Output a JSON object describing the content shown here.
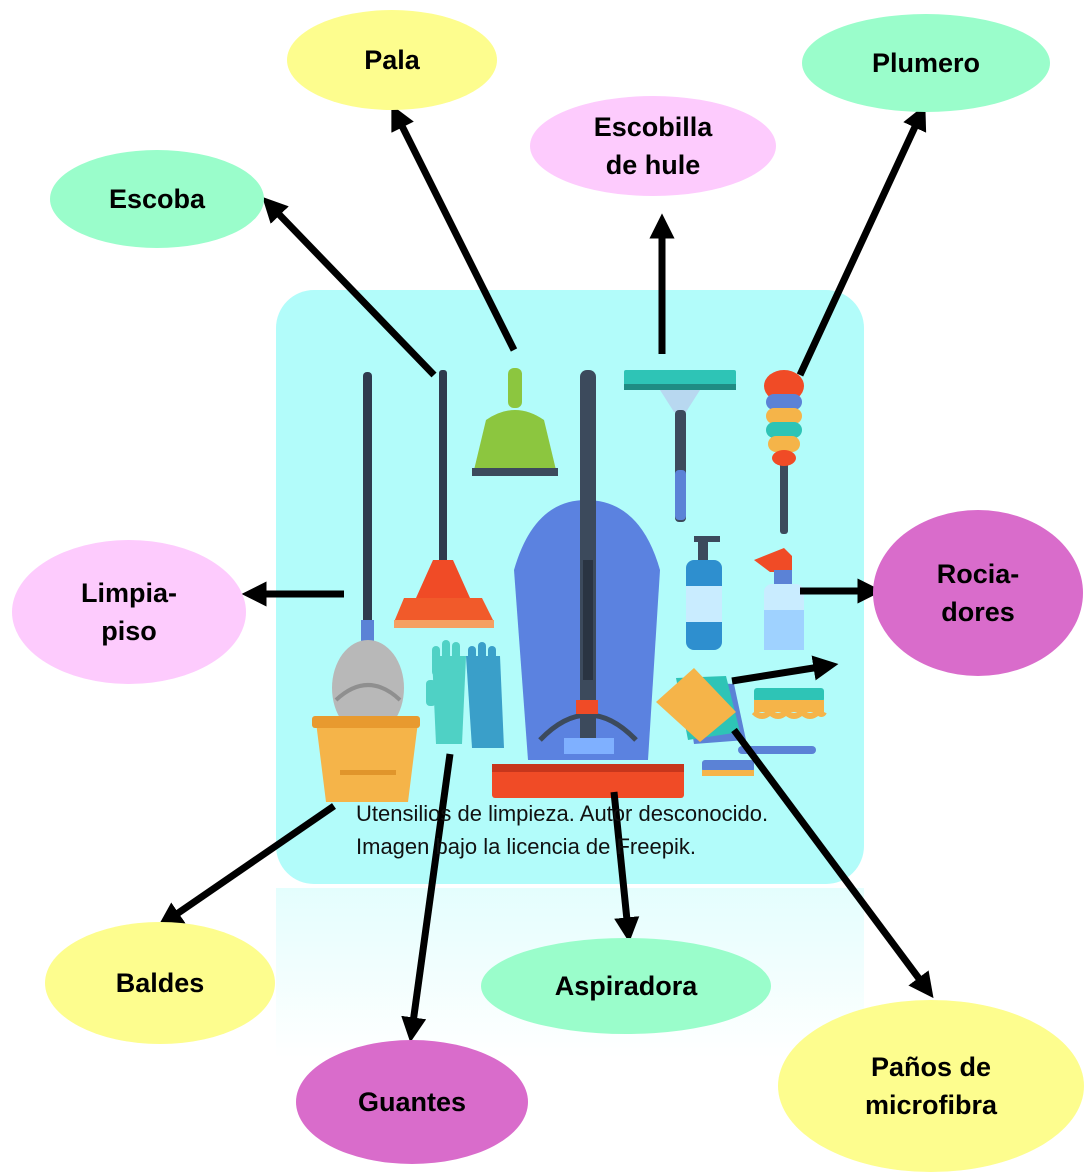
{
  "labels": {
    "pala": "Pala",
    "plumero": "Plumero",
    "escobilla": "Escobilla\nde hule",
    "escoba": "Escoba",
    "limpiapiso": "Limpia-\npiso",
    "rociadores": "Rocia-\ndores",
    "baldes": "Baldes",
    "aspiradora": "Aspiradora",
    "guantes": "Guantes",
    "panos": "Paños de\nmicrofibra"
  },
  "caption": {
    "line1": "Utensilios de limpieza. Autor desconocido.",
    "line2": "Imagen bajo la licencia de Freepik."
  },
  "colors": {
    "yellow": "#fdfd8e",
    "green": "#9afdcb",
    "pink": "#fdcbfd",
    "purple": "#d96ccb",
    "panel": "#b2fcfa",
    "arrow": "#000000"
  }
}
